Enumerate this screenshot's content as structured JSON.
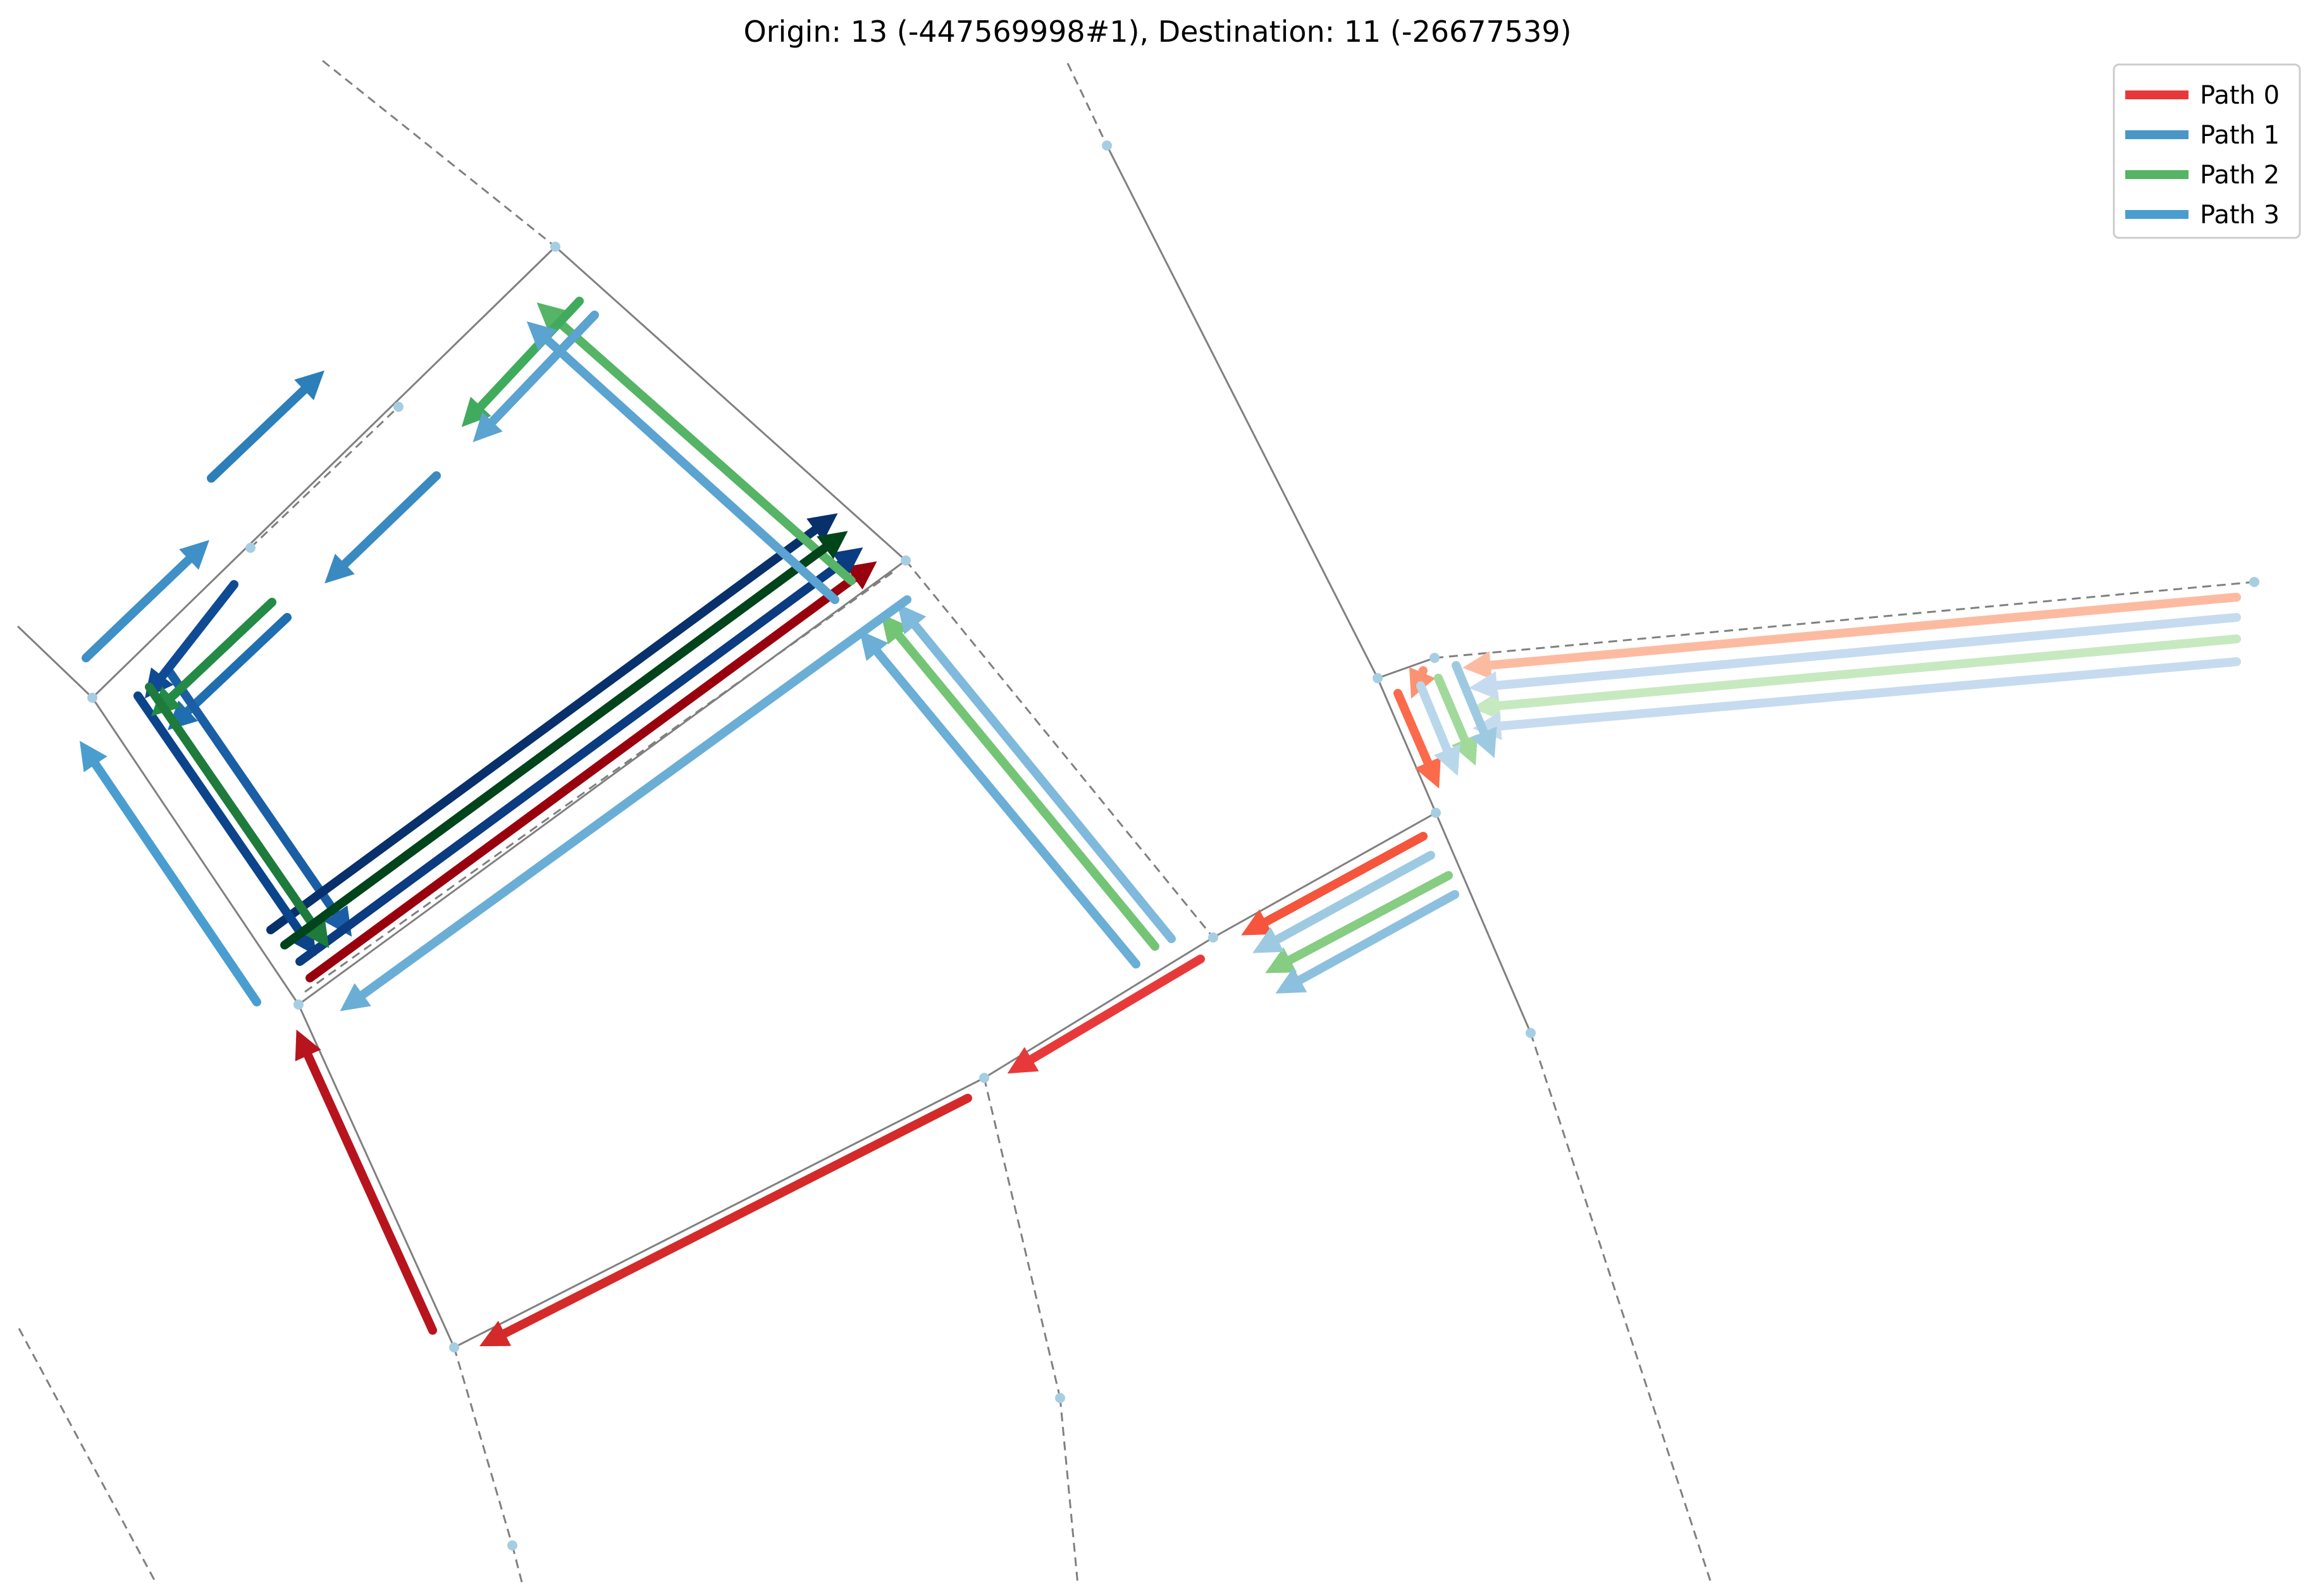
{
  "title": "Origin: 13 (-447569998#1), Destination: 11 (-26677539)",
  "legend": [
    {
      "label": "Path 0",
      "color": "#e8393a"
    },
    {
      "label": "Path 1",
      "color": "#4a96c9"
    },
    {
      "label": "Path 2",
      "color": "#55b465"
    },
    {
      "label": "Path 3",
      "color": "#4a9ecf"
    }
  ],
  "colors": {
    "node": "#a6cee3",
    "edge": "#808080"
  }
}
